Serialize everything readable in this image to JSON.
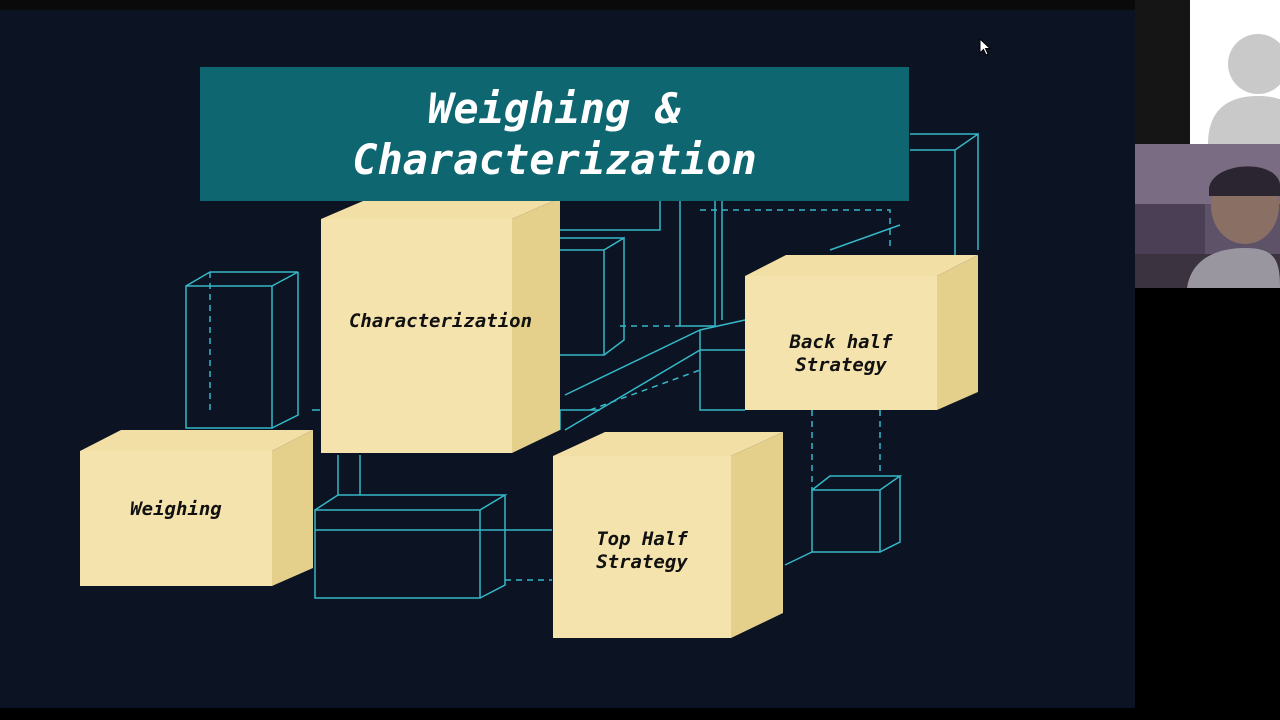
{
  "slide": {
    "title": "Weighing &\nCharacterization",
    "cubes": [
      {
        "label": "Characterization"
      },
      {
        "label": "Back half\nStrategy"
      },
      {
        "label": "Weighing"
      },
      {
        "label": "Top Half\nStrategy"
      }
    ]
  },
  "colors": {
    "slide_background": "#0c1322",
    "title_banner": "#0d6670",
    "cube_face": "#f5e3ad",
    "cube_side": "#e4cf8b",
    "wireframe": "#35b8c8"
  },
  "icons": {
    "cursor": "mouse-pointer-icon",
    "avatar": "user-silhouette-icon"
  }
}
